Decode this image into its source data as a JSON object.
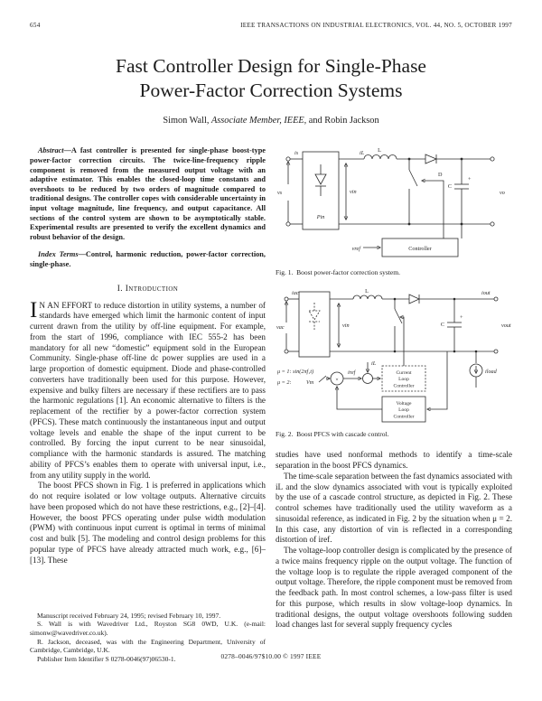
{
  "header": {
    "page_number": "654",
    "journal": "IEEE TRANSACTIONS ON INDUSTRIAL ELECTRONICS, VOL. 44, NO. 5, OCTOBER 1997"
  },
  "title": {
    "line1": "Fast Controller Design for Single-Phase",
    "line2": "Power-Factor Correction Systems"
  },
  "authors": {
    "prefix": "Simon Wall, ",
    "membership": "Associate Member, IEEE,",
    "suffix": " and Robin Jackson"
  },
  "abstract": {
    "label": "Abstract—",
    "text": "A fast controller is presented for single-phase boost-type power-factor correction circuits. The twice-line-frequency ripple component is removed from the measured output voltage with an adaptive estimator. This enables the closed-loop time constants and overshoots to be reduced by two orders of magnitude compared to traditional designs. The controller copes with considerable uncertainty in input voltage magnitude, line frequency, and output capacitance. All sections of the control system are shown to be asymptotically stable. Experimental results are presented to verify the excellent dynamics and robust behavior of the design."
  },
  "index_terms": {
    "label": "Index Terms—",
    "text": "Control, harmonic reduction, power-factor correction, single-phase."
  },
  "sections": {
    "intro_heading": "I. Introduction"
  },
  "left_column": {
    "dropcap": "I",
    "para1_rest": "N AN EFFORT to reduce distortion in utility systems, a number of standards have emerged which limit the harmonic content of input current drawn from the utility by off-line equipment. For example, from the start of 1996, compliance with IEC 555-2 has been mandatory for all new “domestic” equipment sold in the European Community. Single-phase off-line dc power supplies are used in a large proportion of domestic equipment. Diode and phase-controlled converters have traditionally been used for this purpose. However, expensive and bulky filters are necessary if these rectifiers are to pass the harmonic regulations [1]. An economic alternative to filters is the replacement of the rectifier by a power-factor correction system (PFCS). These match continuously the instantaneous input and output voltage levels and enable the shape of the input current to be controlled. By forcing the input current to be near sinusoidal, compliance with the harmonic standards is assured. The matching ability of PFCS’s enables them to operate with universal input, i.e., from any utility supply in the world.",
    "para2": "The boost PFCS shown in Fig. 1 is preferred in applications which do not require isolated or low voltage outputs. Alternative circuits have been proposed which do not have these restrictions, e.g., [2]–[4]. However, the boost PFCS operating under pulse width modulation (PWM) with continuous input current is optimal in terms of minimal cost and bulk [5]. The modeling and control design problems for this popular type of PFCS have already attracted much work, e.g., [6]–[13]. These"
  },
  "right_column": {
    "para1": "studies have used nonformal methods to identify a time-scale separation in the boost PFCS dynamics.",
    "para2": "The time-scale separation between the fast dynamics associated with iL and the slow dynamics associated with vout is typically exploited by the use of a cascade control structure, as depicted in Fig. 2. These control schemes have traditionally used the utility waveform as a sinusoidal reference, as indicated in Fig. 2 by the situation when μ = 2. In this case, any distortion of vin is reflected in a corresponding distortion of iref.",
    "para3": "The voltage-loop controller design is complicated by the presence of a twice mains frequency ripple on the output voltage. The function of the voltage loop is to regulate the ripple averaged component of the output voltage. Therefore, the ripple component must be removed from the feedback path. In most control schemes, a low-pass filter is used for this purpose, which results in slow voltage-loop dynamics. In traditional designs, the output voltage overshoots following sudden load changes last for several supply frequency cycles"
  },
  "figures": {
    "fig1": {
      "caption": "Fig. 1.  Boost power-factor correction system.",
      "labels": {
        "vs": "vs",
        "is": "is",
        "pin": "Pin",
        "vin": "vin",
        "iL": "iL",
        "L": "L",
        "D": "D",
        "C": "C",
        "plus": "+",
        "vo": "vo",
        "vref": "vref",
        "controller": "Controller"
      }
    },
    "fig2": {
      "caption": "Fig. 2.  Boost PFCS with cascade control.",
      "labels": {
        "vac": "vac",
        "iac": "iac",
        "vin": "vin",
        "L": "L",
        "plus": "+",
        "C": "C",
        "vout": "vout",
        "iout": "iout",
        "iload": "iload",
        "mu1": "μ = 1: sin(2πf₁t)",
        "mu2": "μ = 2:",
        "Vm": "Vm",
        "times": "×",
        "iref": "iref",
        "iL": "iL",
        "clc1": "Current",
        "clc2": "Loop",
        "clc3": "Controller",
        "vlc1": "Voltage",
        "vlc2": "Loop",
        "vlc3": "Controller"
      }
    }
  },
  "footnotes": {
    "line1": "Manuscript received February 24, 1995; revised February 10, 1997.",
    "line2": "S. Wall is with Wavedriver Ltd., Royston SG8 0WD, U.K. (e-mail: simonw@wavedriver.co.uk).",
    "line3": "R. Jackson, deceased, was with the Engineering Department, University of Cambridge, Cambridge, U.K.",
    "line4": "Publisher Item Identifier S 0278-0046(97)06530-1."
  },
  "footer": {
    "text": "0278–0046/97$10.00 © 1997 IEEE"
  }
}
